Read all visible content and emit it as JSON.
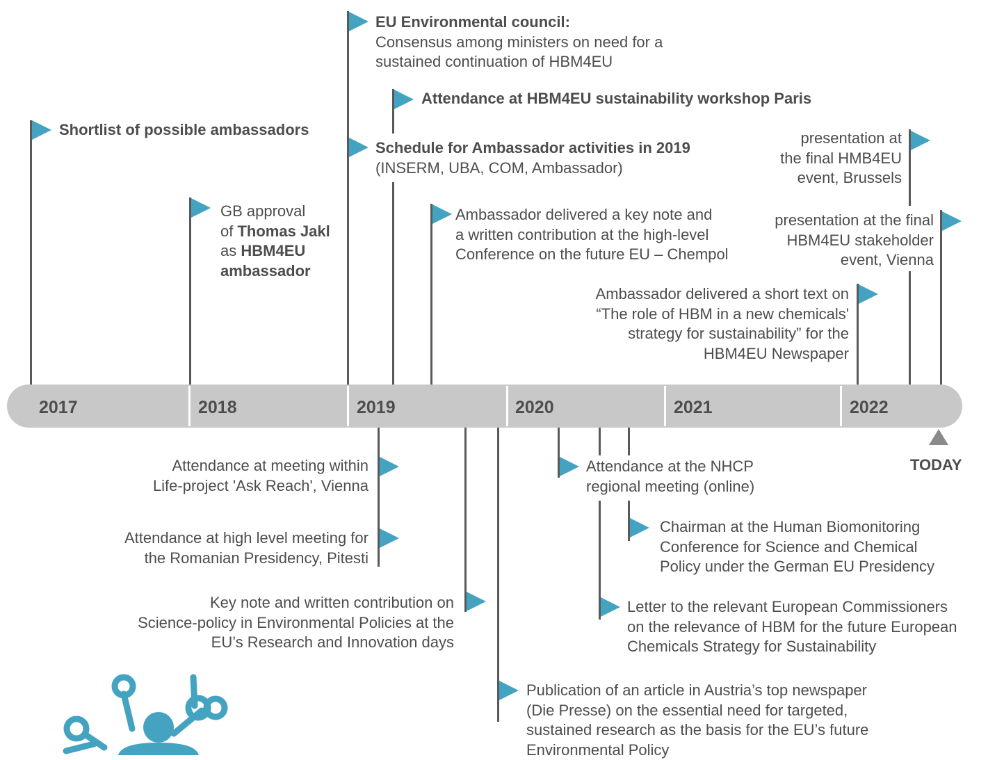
{
  "years": [
    "2017",
    "2018",
    "2019",
    "2020",
    "2021",
    "2022"
  ],
  "today_label": "TODAY",
  "events": {
    "shortlist": {
      "title": "Shortlist of possible ambassadors"
    },
    "gb_approval": {
      "l1": "GB approval",
      "l2a": "of ",
      "l2b": "Thomas Jakl",
      "l3a": "as ",
      "l3b": "HBM4EU",
      "l4": "ambassador"
    },
    "eu_council": {
      "title": "EU Environmental council:",
      "l2": "Consensus among ministers on need for a",
      "l3": "sustained continuation of HBM4EU"
    },
    "paris_workshop": {
      "title": "Attendance at HBM4EU sustainability workshop Paris"
    },
    "schedule": {
      "title": "Schedule for Ambassador activities in 2019",
      "l2": "(INSERM, UBA, COM, Ambassador)"
    },
    "chempol": {
      "l1": "Ambassador delivered a key note and",
      "l2": "a written contribution at the high-level",
      "l3": "Conference on the future EU – Chempol"
    },
    "short_text": {
      "l1": "Ambassador delivered a short text on",
      "l2": "“The role of HBM in a new chemicals'",
      "l3": "strategy for sustainability” for the",
      "l4": "HBM4EU Newspaper"
    },
    "final_brussels": {
      "l1": "presentation at",
      "l2": "the final HMB4EU",
      "l3": "event, Brussels"
    },
    "final_vienna": {
      "l1": "presentation at the final",
      "l2": "HBM4EU stakeholder",
      "l3": "event, Vienna"
    },
    "ask_reach": {
      "l1": "Attendance at meeting within",
      "l2": "Life-project 'Ask Reach', Vienna"
    },
    "romanian": {
      "l1": "Attendance at high level meeting for",
      "l2": "the Romanian Presidency, Pitesti"
    },
    "ri_days": {
      "l1": "Key note and written contribution on",
      "l2": "Science-policy in Environmental Policies at the",
      "l3": "EU’s Research and Innovation days"
    },
    "nhcp": {
      "l1": "Attendance at the NHCP",
      "l2": "regional meeting (online)"
    },
    "chairman": {
      "l1": "Chairman at the Human Biomonitoring",
      "l2": "Conference for Science and Chemical",
      "l3": "Policy under the German EU Presidency"
    },
    "letter": {
      "l1": "Letter to the relevant European Commissioners",
      "l2": "on the relevance of HBM for the future European",
      "l3": "Chemicals Strategy for Sustainability"
    },
    "article": {
      "l1": "Publication of an article  in Austria’s top newspaper",
      "l2": "(Die Presse) on the essential need for targeted,",
      "l3": "sustained research as the basis for the EU’s future",
      "l4": "Environmental Policy"
    }
  },
  "colors": {
    "flag": "#44a3c1",
    "bar": "#c8c8c8",
    "pole": "#595959",
    "text": "#4d4d4d",
    "today_marker": "#8a8a8a"
  }
}
